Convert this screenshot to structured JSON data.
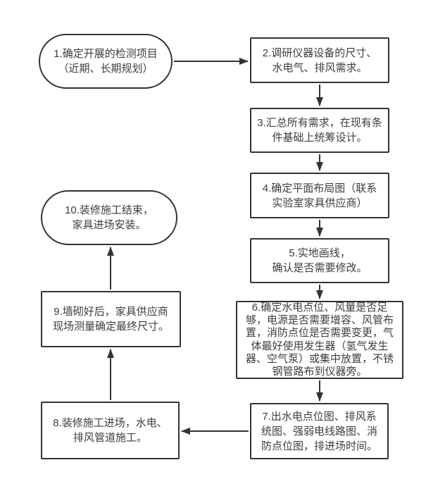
{
  "diagram": {
    "type": "flowchart",
    "language": "zh-CN",
    "colors": {
      "line": "#333333",
      "text": "#3d3d3d",
      "background": "#ffffff"
    },
    "nodes": [
      {
        "id": "1",
        "shape": "stadium",
        "label": "1.确定开展的检测项目\n（近期、长期规划）"
      },
      {
        "id": "2",
        "shape": "rectangle",
        "label": "2.调研仪器设备的尺寸、\n水电气、排风需求。"
      },
      {
        "id": "3",
        "shape": "rectangle",
        "label": "3.汇总所有需求，在现有条\n件基础上统筹设计。"
      },
      {
        "id": "4",
        "shape": "rectangle",
        "label": "4.确定平面布局图（联系\n实验室家具供应商）"
      },
      {
        "id": "5",
        "shape": "rectangle",
        "label": "5.实地画线，\n确认是否需要修改。"
      },
      {
        "id": "6",
        "shape": "rectangle",
        "label": "6.确定水电点位、风量是否足\n够，电源是否需要增容、风管布\n置，消防点位是否需要变更，气\n体最好使用发生器（氢气发生\n器、空气泵）或集中放置，不锈\n钢管路布到仪器旁。"
      },
      {
        "id": "7",
        "shape": "rectangle",
        "label": "7.出水电点位图、排风系\n统图、强弱电线路图、消\n防点位图，排进场时间。"
      },
      {
        "id": "8",
        "shape": "rectangle",
        "label": "8.装修施工进场，水电、\n排风管道施工。"
      },
      {
        "id": "9",
        "shape": "rectangle",
        "label": "9.墙砌好后，家具供应商\n现场测量确定最终尺寸。"
      },
      {
        "id": "10",
        "shape": "stadium",
        "label": "10.装修施工结束，\n家具进场安装。"
      }
    ],
    "edges": [
      {
        "from": "1",
        "to": "2",
        "direction": "right"
      },
      {
        "from": "2",
        "to": "3",
        "direction": "down"
      },
      {
        "from": "3",
        "to": "4",
        "direction": "down"
      },
      {
        "from": "4",
        "to": "5",
        "direction": "down"
      },
      {
        "from": "5",
        "to": "6",
        "direction": "down"
      },
      {
        "from": "6",
        "to": "7",
        "direction": "down"
      },
      {
        "from": "7",
        "to": "8",
        "direction": "left"
      },
      {
        "from": "8",
        "to": "9",
        "direction": "up"
      },
      {
        "from": "9",
        "to": "10",
        "direction": "up"
      }
    ]
  }
}
